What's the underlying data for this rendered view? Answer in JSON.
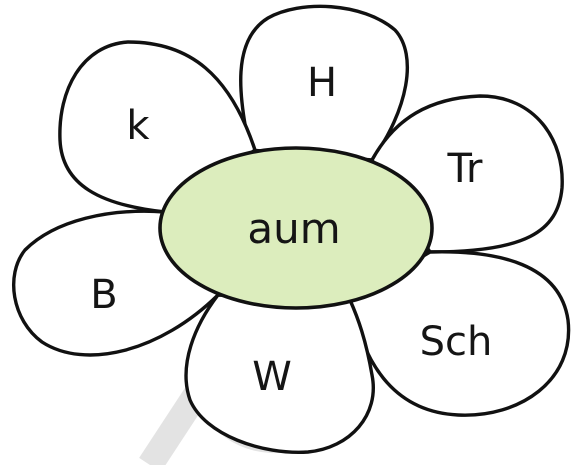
{
  "flower": {
    "center_text": "aum",
    "center_color": "#dcedbd",
    "outline_color": "#111111",
    "petals": {
      "top": "H",
      "upper_left": "k",
      "upper_right": "Tr",
      "left": "B",
      "lower_right": "Sch",
      "bottom": "W"
    }
  },
  "watermark": {
    "color": "#e3e3e3"
  }
}
